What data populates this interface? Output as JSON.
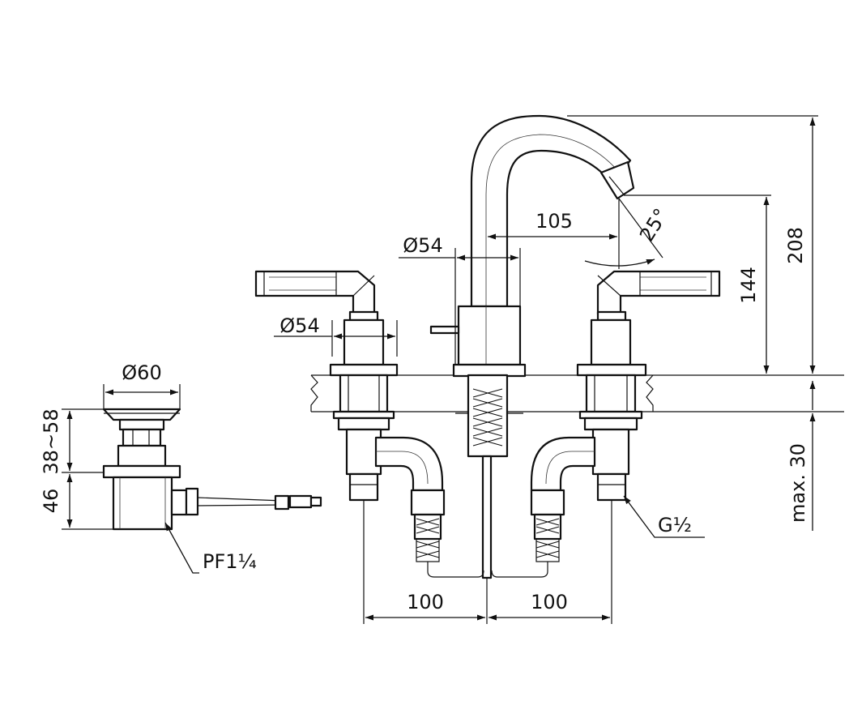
{
  "dimensions": {
    "drain_diameter": "Ø60",
    "handle_diameter": "Ø54",
    "spout_base_diameter": "Ø54",
    "spout_reach": "105",
    "spout_angle": "25°",
    "aerator_height": "144",
    "total_height": "208",
    "deck_thickness": "max. 30",
    "left_spacing": "100",
    "right_spacing": "100",
    "drain_upper_height": "38~58",
    "drain_lower_height": "46"
  },
  "callouts": {
    "drain_thread": "PF1¼",
    "supply_thread": "G½"
  }
}
